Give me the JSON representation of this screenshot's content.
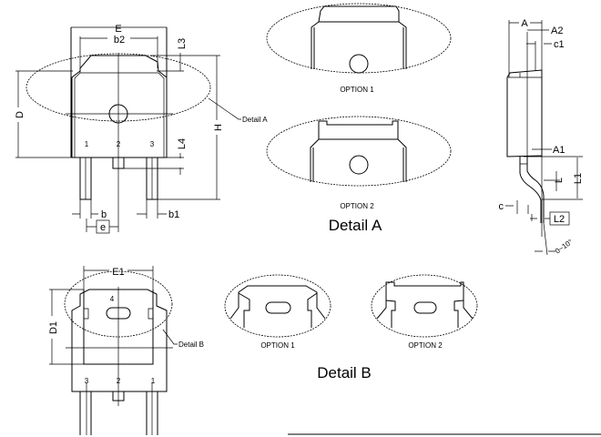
{
  "front_view": {
    "dims": {
      "E": "E",
      "b2": "b2",
      "L3": "L3",
      "D": "D",
      "H": "H",
      "L4": "L4",
      "b": "b",
      "b1": "b1",
      "e": "e"
    },
    "pins": [
      "1",
      "2",
      "3"
    ],
    "detail_callout": "Detail A"
  },
  "detail_a": {
    "option1": "OPTION 1",
    "option2": "OPTION 2",
    "title": "Detail A"
  },
  "side_view": {
    "dims": {
      "A": "A",
      "A2": "A2",
      "c1": "c1",
      "A1": "A1",
      "L": "L",
      "L1": "L1",
      "c": "c",
      "L2": "L2",
      "angle": "0~10°"
    }
  },
  "bottom_view": {
    "dims": {
      "E1": "E1",
      "D1": "D1"
    },
    "pins": [
      "3",
      "2",
      "1"
    ],
    "tab_pin": "4",
    "detail_callout": "Detail B"
  },
  "detail_b": {
    "option1": "OPTION 1",
    "option2": "OPTION 2",
    "title": "Detail B"
  }
}
